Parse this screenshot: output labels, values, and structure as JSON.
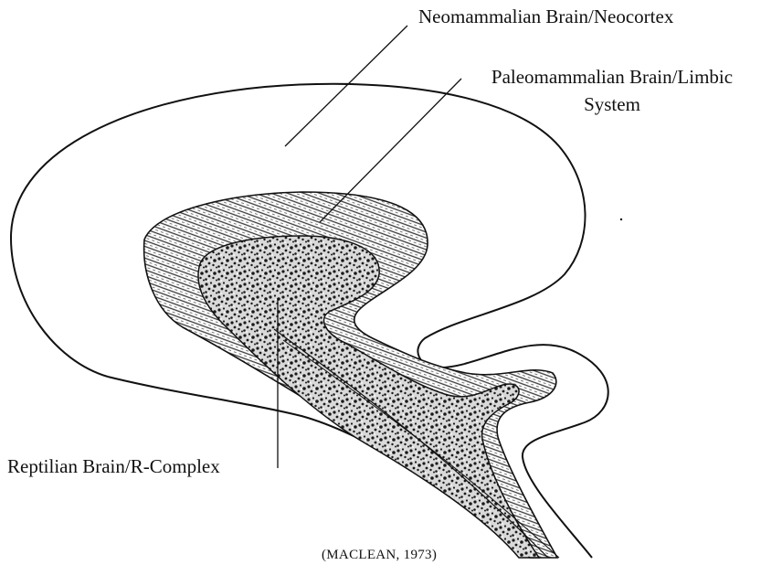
{
  "labels": {
    "neocortex": "Neomammalian Brain/Neocortex",
    "limbic_line1": "Paleomammalian Brain/Limbic",
    "limbic_line2": "System",
    "reptilian": "Reptilian Brain/R-Complex",
    "citation": "(MACLEAN, 1973)"
  },
  "colors": {
    "ink": "#111111",
    "limbic_hatch": "#555555",
    "reptilian_speckle": "#222222",
    "background": "#ffffff"
  }
}
